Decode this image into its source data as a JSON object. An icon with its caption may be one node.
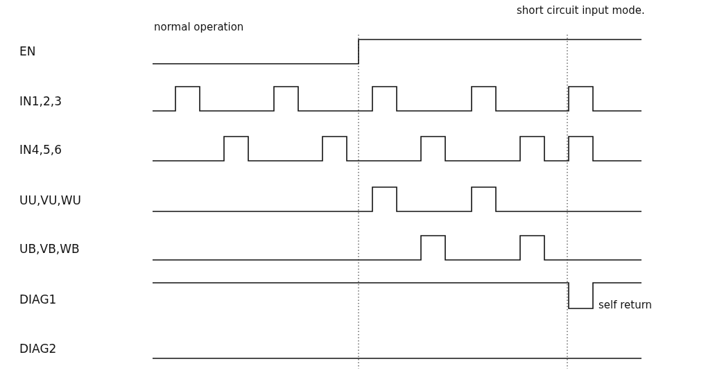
{
  "diagram": {
    "labels": [
      "short circuit input mode.",
      "normal operation",
      "EN",
      "IN1,2,3",
      "IN4,5,6",
      "UU,VU,WU",
      "UB,VB,WB",
      "DIAG1",
      "self return",
      "DIAG2"
    ]
  }
}
